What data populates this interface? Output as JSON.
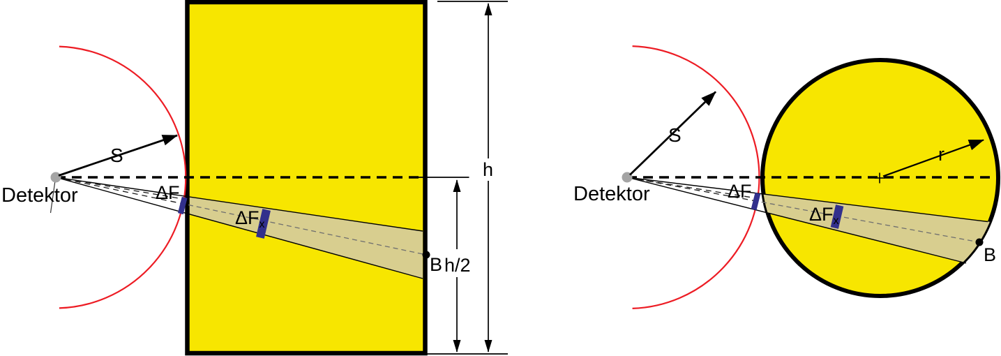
{
  "figure": {
    "left": {
      "detektor": "Detektor",
      "s": "S",
      "delta_f": "ΔF",
      "delta_fx": "ΔF",
      "delta_fx_sub": "x",
      "b": "B",
      "h": "h",
      "h_half": "h/2"
    },
    "right": {
      "detektor": "Detektor",
      "s": "S",
      "delta_f": "ΔF",
      "delta_fx": "ΔF",
      "delta_fx_sub": "x",
      "b": "B",
      "r": "r"
    }
  },
  "colors": {
    "slab_yellow": "#F7E600",
    "cone_khaki": "#D8CE8F",
    "arc_red": "#ED1C24",
    "marker_navy": "#32308C",
    "detector_gray": "#A4A4A4"
  }
}
